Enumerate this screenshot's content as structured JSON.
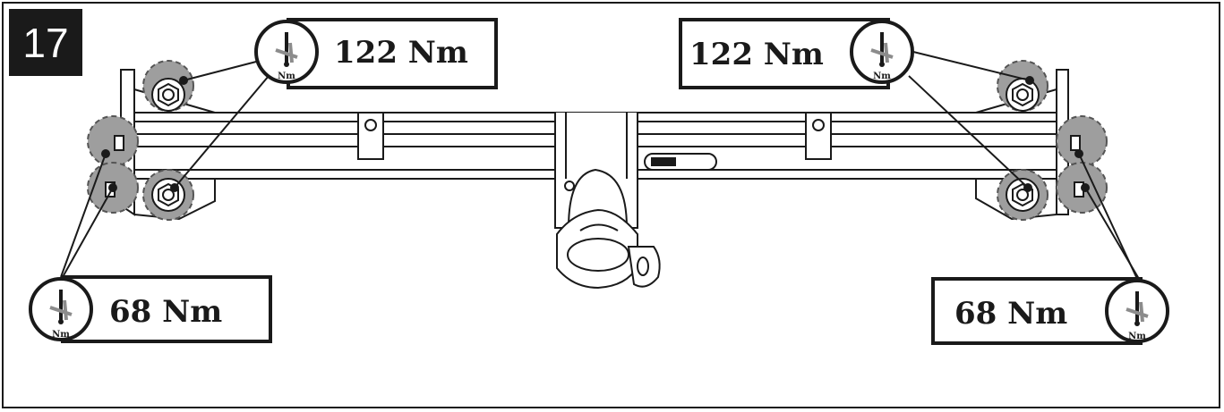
{
  "step_number": "17",
  "callouts": [
    {
      "id": "top-left",
      "torque": "122 Nm",
      "unit": "Nm"
    },
    {
      "id": "top-right",
      "torque": "122 Nm",
      "unit": "Nm"
    },
    {
      "id": "bottom-left",
      "torque": "68 Nm",
      "unit": "Nm"
    },
    {
      "id": "bottom-right",
      "torque": "68 Nm",
      "unit": "Nm"
    }
  ],
  "colors": {
    "line": "#1a1a1a",
    "bolt_highlight": "#9e9e9e",
    "background": "#ffffff"
  },
  "icons": [
    "torque-wrench-icon"
  ]
}
